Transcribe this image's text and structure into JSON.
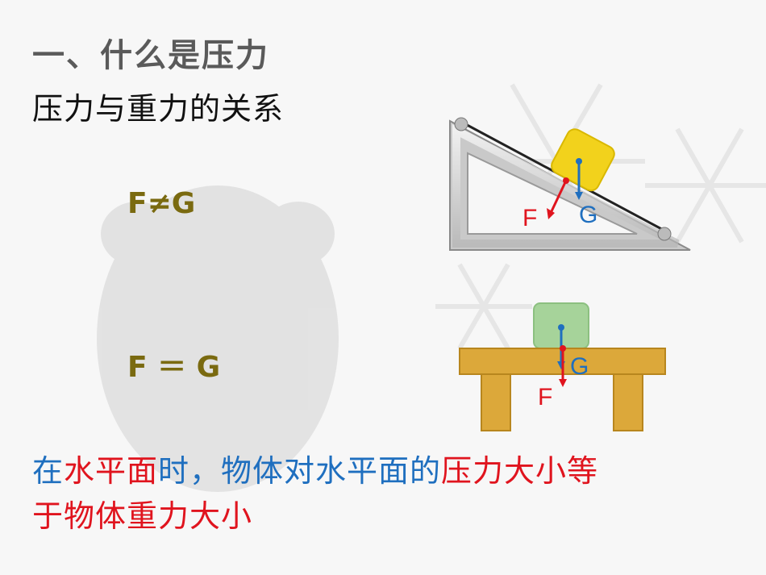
{
  "slide": {
    "title": "一、什么是压力",
    "subtitle": "压力与重力的关系",
    "incline_relation": "F≠G",
    "flat_relation": "F ＝ G",
    "conclusion": {
      "line1": [
        {
          "text": "在",
          "color": "blue"
        },
        {
          "text": "水平面",
          "color": "red"
        },
        {
          "text": "时，物体对水平面的",
          "color": "blue"
        },
        {
          "text": "压力大小等",
          "color": "red"
        }
      ],
      "line2": [
        {
          "text": "于物体重力大小",
          "color": "red"
        }
      ]
    }
  },
  "incline_diagram": {
    "force_label_F": "F",
    "force_label_G": "G",
    "block_color": "#f2d21c"
  },
  "table_diagram": {
    "force_label_F": "F",
    "force_label_G": "G",
    "block_color": "#a6d39a",
    "table_color": "#dca83a"
  },
  "colors": {
    "accent_blue": "#1f6fbf",
    "accent_red": "#e0141e",
    "equation_color": "#7a6a10"
  }
}
